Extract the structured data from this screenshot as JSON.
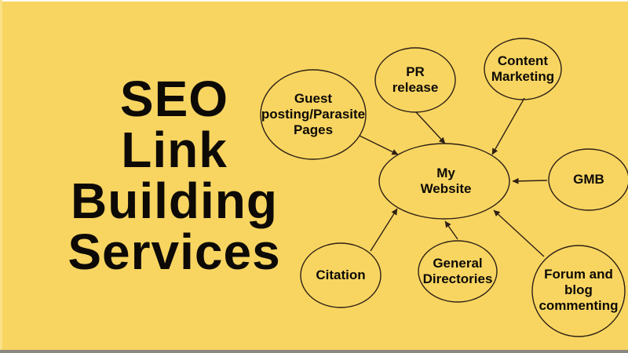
{
  "colors": {
    "background": "#F8D561",
    "stroke": "#2E2014",
    "text": "#0D0A06"
  },
  "title": {
    "lines": [
      "SEO",
      "Link",
      "Building",
      "Services"
    ]
  },
  "diagram": {
    "center_node": {
      "id": "my-website",
      "lines": [
        "My",
        "Website"
      ]
    },
    "nodes": [
      {
        "id": "guest-posting",
        "lines": [
          "Guest",
          "posting/Parasite",
          "Pages"
        ]
      },
      {
        "id": "pr-release",
        "lines": [
          "PR",
          "release"
        ]
      },
      {
        "id": "content-marketing",
        "lines": [
          "Content",
          "Marketing"
        ]
      },
      {
        "id": "gmb",
        "lines": [
          "GMB"
        ]
      },
      {
        "id": "citation",
        "lines": [
          "Citation"
        ]
      },
      {
        "id": "general-directories",
        "lines": [
          "General",
          "Directories"
        ]
      },
      {
        "id": "forum-blog-commenting",
        "lines": [
          "Forum and",
          "blog",
          "commenting"
        ]
      }
    ]
  }
}
